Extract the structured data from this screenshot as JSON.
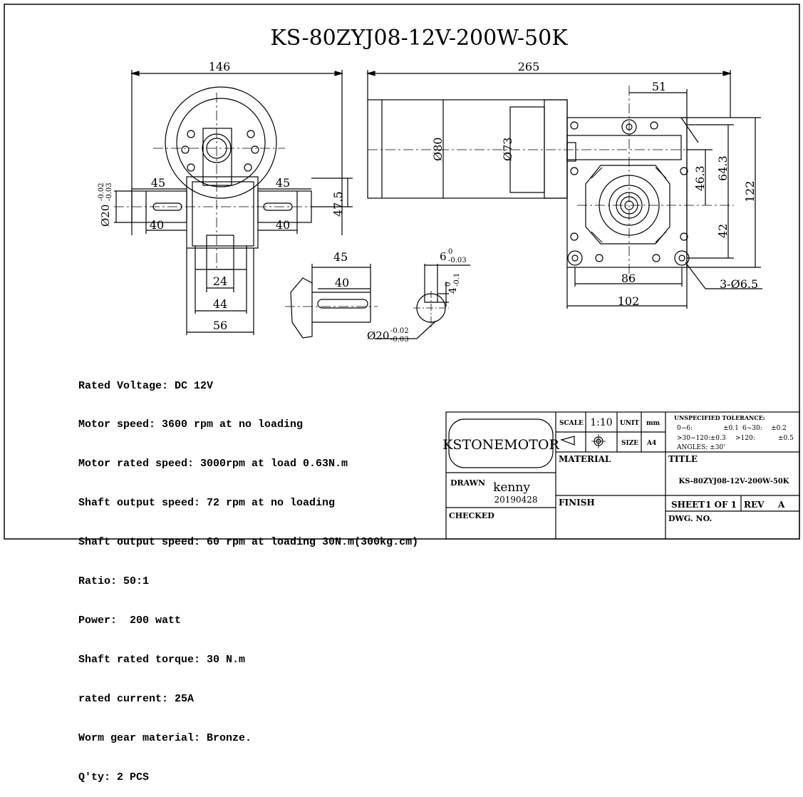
{
  "title": "KS-80ZYJ08-12V-200W-50K",
  "dimensions": {
    "front_width": "146",
    "total_length": "265",
    "shaft_len_left": "45",
    "shaft_len_right": "45",
    "key_len_left": "40",
    "key_len_right": "40",
    "shaft_dia_left": "Ø20",
    "shaft_tol_upper": "-0.02",
    "shaft_tol_lower": "-0.03",
    "center_height": "47.5",
    "hollow_24": "24",
    "width_44": "44",
    "width_56": "56",
    "motor_dia": "Ø80",
    "motor_dia_2": "Ø73",
    "dim_51": "51",
    "dim_46_3": "46.3",
    "dim_64_3": "64.3",
    "dim_122": "122",
    "dim_42": "42",
    "dim_86": "86",
    "dim_102": "102",
    "holes": "3-Ø6.5",
    "detail_shaft_len": "45",
    "detail_key_len": "40",
    "key_width": "6",
    "key_width_tol_up": "0",
    "key_width_tol_low": "-0.03",
    "key_depth": "4",
    "key_depth_tol_up": "0",
    "key_depth_tol_low": "-0.1",
    "detail_shaft_dia": "Ø20",
    "detail_tol_upper": "-0.02",
    "detail_tol_lower": "-0.03"
  },
  "specs": [
    "Rated Voltage: DC 12V",
    "Motor speed: 3600 rpm at no loading",
    "Motor rated speed: 3000rpm at load 0.63N.m",
    "Shaft output speed: 72 rpm at no loading",
    "Shaft output speed: 60 rpm at loading 30N.m(300kg.cm)",
    "Ratio: 50:1",
    "Power:  200 watt",
    "Shaft rated torque: 30 N.m",
    "rated current: 25A",
    "Worm gear material: Bronze.",
    "Q'ty: 2 PCS"
  ],
  "title_block": {
    "company": "KSTONEMOTOR",
    "scale_label": "SCALE",
    "scale_value": "1:10",
    "unit_label": "UNIT",
    "unit_value": "mm",
    "size_label": "SIZE",
    "size_value": "A4",
    "tolerance_title": "UNSPECIFIED TOLERANCE:",
    "tol_row1_a": "0~6:",
    "tol_row1_b": "±0.1",
    "tol_row1_c": "6~30:",
    "tol_row1_d": "±0.2",
    "tol_row2_a": ">30~120:±0.3",
    "tol_row2_b": ">120:",
    "tol_row2_c": "±0.5",
    "angles": "ANGLES:  ±30'",
    "material_label": "MATERIAL",
    "title_label": "TITLE",
    "title_value": "KS-80ZYJ08-12V-200W-50K",
    "drawn_label": "DRAWN",
    "drawn_name": "kenny",
    "drawn_date": "20190428",
    "finish_label": "FINISH",
    "sheet_label": "SHEET",
    "sheet_value": "1 OF 1",
    "rev_label": "REV",
    "rev_value": "A",
    "checked_label": "CHECKED",
    "dwg_label": "DWG. NO."
  }
}
